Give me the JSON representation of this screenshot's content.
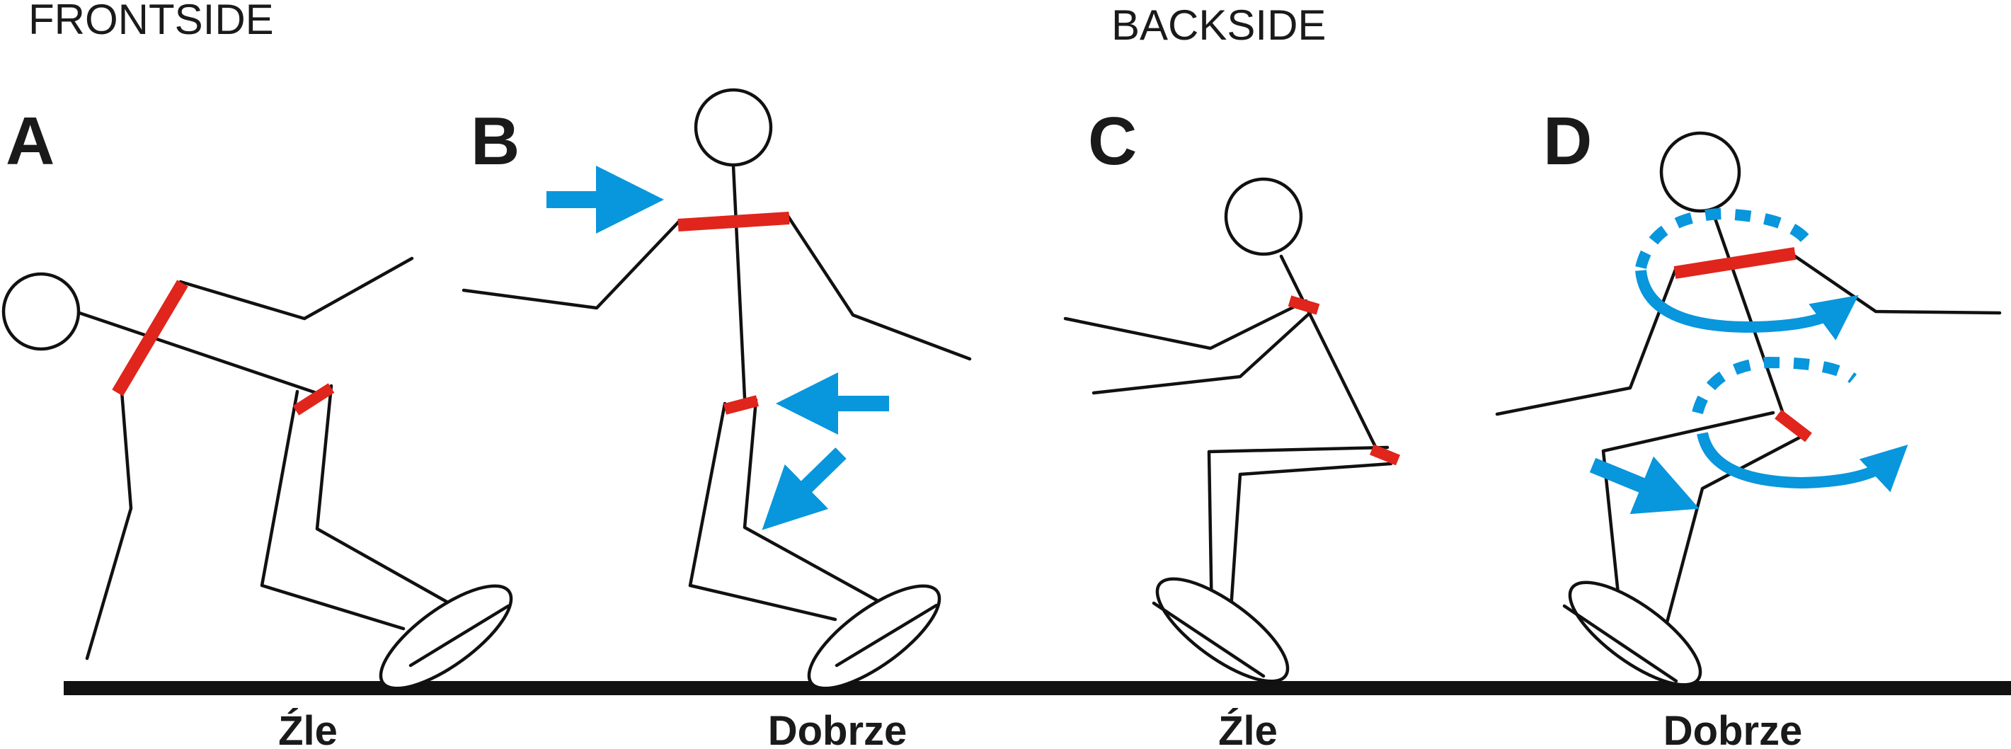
{
  "sections": {
    "frontside": "FRONTSIDE",
    "backside": "BACKSIDE"
  },
  "panels": [
    {
      "id": "A",
      "letter": "A",
      "verdict": "Źle"
    },
    {
      "id": "B",
      "letter": "B",
      "verdict": "Dobrze"
    },
    {
      "id": "C",
      "letter": "C",
      "verdict": "Źle"
    },
    {
      "id": "D",
      "letter": "D",
      "verdict": "Dobrze"
    }
  ],
  "colors": {
    "figure": "#111111",
    "joint_marker": "#e0251c",
    "motion_arrow": "#0896dc",
    "ground": "#111111"
  }
}
